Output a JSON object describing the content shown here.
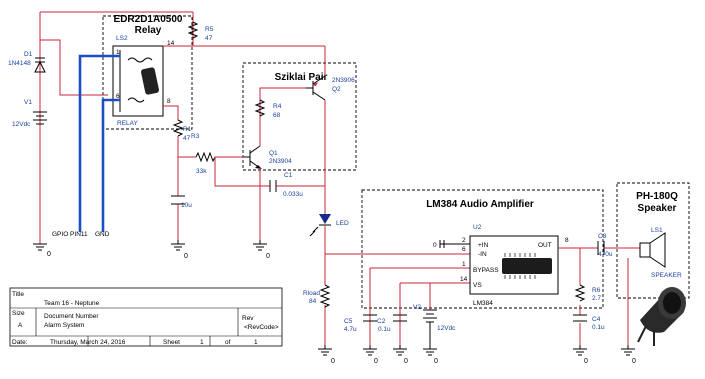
{
  "titles": {
    "relay_part": "EDR2D1A0500",
    "relay_word": "Relay",
    "sziklai": "Sziklai Pair",
    "amplifier": "LM384 Audio Amplifier",
    "speaker_model": "PH-180Q",
    "speaker_word": "Speaker"
  },
  "parts": {
    "d1_ref": "D1",
    "d1_val": "1N4148",
    "v1_ref": "V1",
    "v1_val": "12Vdc",
    "ls2_ref": "LS2",
    "relay_val": "RELAY",
    "relay_pin_14": "14",
    "relay_pin_1": "1",
    "relay_pin_6": "6",
    "relay_pin_8": "8",
    "r5_ref": "R5",
    "r5_val": "47",
    "r1_ref": "R1",
    "r1_val": "47",
    "r3_ref": "R3",
    "r3_val": "33k",
    "r4_ref": "R4",
    "r4_val": "68",
    "q1_ref": "Q1",
    "q1_val": "2N3904",
    "q2_ref": "Q2",
    "q2_val": "2N3906",
    "c1_ref": "C1",
    "c1_val": "0.033u",
    "c_left_val": "10u",
    "led_label": "LED",
    "u2_ref": "U2",
    "pin_in_plus": "+IN",
    "pin_in_minus": "-IN",
    "pin_bypass": "BYPASS",
    "pin_vs": "VS",
    "pin_out": "OUT",
    "pin_2": "2",
    "pin_6": "6",
    "pin_1": "1",
    "pin_14": "14",
    "pin_8": "8",
    "ic_name": "LM384",
    "zero_left": "0",
    "c3_ref": "C3",
    "c3_val": "470u",
    "r6_ref": "R6",
    "r6_val": "2.7",
    "c4_ref": "C4",
    "c4_val": "0.1u",
    "ls1_ref": "LS1",
    "speaker_label": "SPEAKER",
    "rload_ref": "Rload",
    "rload_val": "84",
    "c5_ref": "C5",
    "c5_val": "4.7u",
    "c2_ref": "C2",
    "c2_val": "0.1u",
    "v2_ref": "V2",
    "v2_val": "12Vdc",
    "gpio_label": "GPIO PIN11",
    "gnd_label": "GND"
  },
  "ground_label": "0",
  "title_block": {
    "title_label": "Title",
    "title_value": "Team 16 - Neptune",
    "size_label": "Size",
    "size_value": "A",
    "docnum_label": "Document Number",
    "docnum_value": "Alarm System",
    "rev_label": "Rev",
    "rev_value": "<RevCode>",
    "date_label": "Date:",
    "date_value": "Thursday, March 24, 2016",
    "sheet_label": "Sheet",
    "sheet_value": "1",
    "of_label": "of",
    "of_value": "1"
  },
  "colors": {
    "wire": "#c8243a",
    "label": "#1a3fa0",
    "gpio_wire": "#1a4fc8"
  }
}
